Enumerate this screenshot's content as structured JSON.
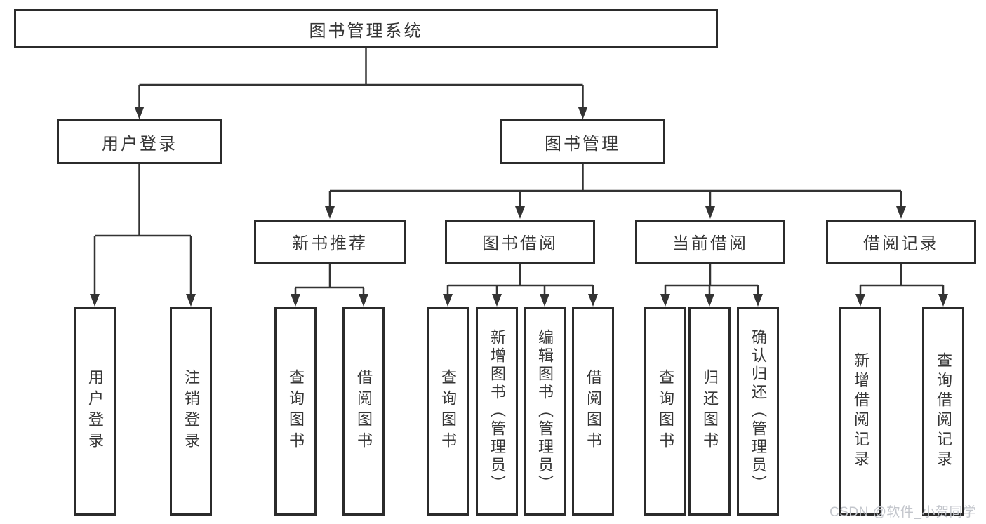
{
  "page": {
    "watermark": "CSDN @软件_小贺同学",
    "colors": {
      "background": "#ffffff",
      "line": "#333333",
      "box_border": "#2b2b2b",
      "box_fill": "#ffffff",
      "text": "#363636",
      "watermark_text": "#c3c6cc"
    },
    "nodes": {
      "root": "图书管理系统",
      "user_login_branch": "用户登录",
      "book_management": "图书管理",
      "new_book_recommend": "新书推荐",
      "book_borrowing": "图书借阅",
      "current_borrowing": "当前借阅",
      "borrowing_records": "借阅记录",
      "user_login": "用户登录",
      "logout": "注销登录",
      "nbr_query_books": "查询图书",
      "nbr_borrow_books": "借阅图书",
      "bb_query_books": "查询图书",
      "bb_add_books": "新增图书（管理员）",
      "bb_edit_books": "编辑图书（管理员）",
      "bb_borrow_books": "借阅图书",
      "cb_query_books": "查询图书",
      "cb_return_books": "归还图书",
      "cb_confirm_return": "确认归还（管理员）",
      "br_add_record": "新增借阅记录",
      "br_query_record": "查询借阅记录"
    }
  }
}
